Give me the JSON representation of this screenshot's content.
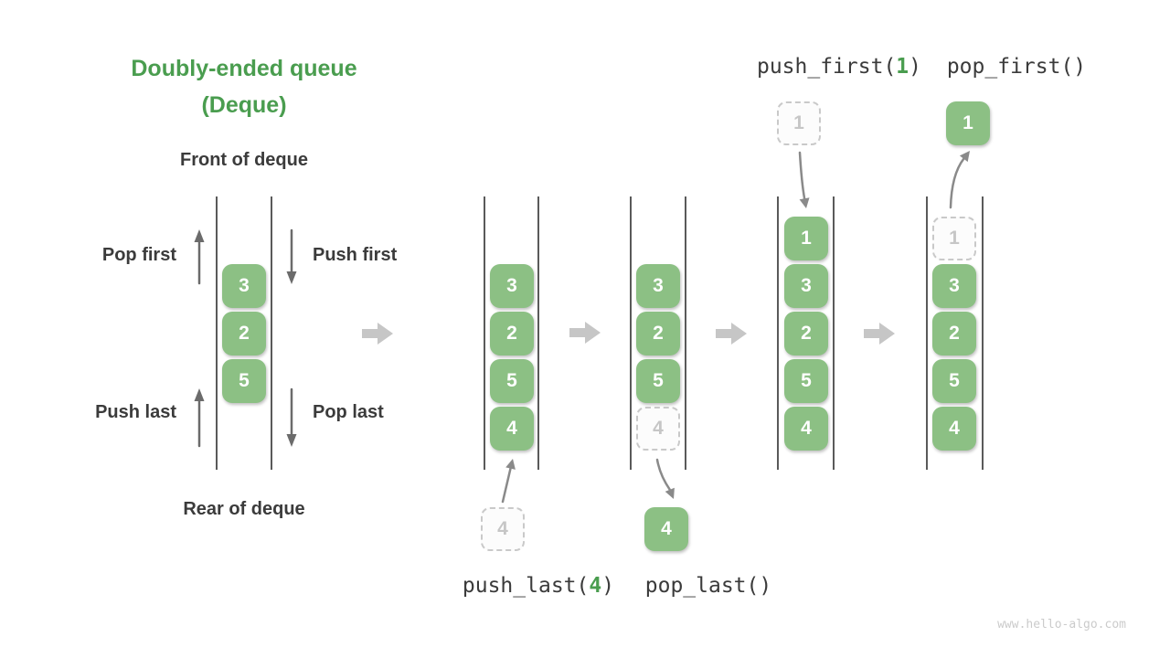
{
  "title": {
    "line1": "Doubly-ended queue",
    "line2": "(Deque)"
  },
  "labels": {
    "front": "Front of deque",
    "rear": "Rear of deque",
    "pop_first": "Pop first",
    "push_first": "Push first",
    "push_last": "Push last",
    "pop_last": "Pop last"
  },
  "operations": {
    "push_first": {
      "pre": "push_first(",
      "arg": "1",
      "post": ")"
    },
    "pop_first": {
      "pre": "pop_first()",
      "arg": "",
      "post": ""
    },
    "push_last": {
      "pre": "push_last(",
      "arg": "4",
      "post": ")"
    },
    "pop_last": {
      "pre": "pop_last()",
      "arg": "",
      "post": ""
    }
  },
  "initial_queue": {
    "cells": [
      "3",
      "2",
      "5"
    ]
  },
  "states": [
    {
      "id": "after_push_last",
      "cells": [
        {
          "value": "3",
          "ghost": false
        },
        {
          "value": "2",
          "ghost": false
        },
        {
          "value": "5",
          "ghost": false
        },
        {
          "value": "4",
          "ghost": false
        }
      ]
    },
    {
      "id": "during_pop_last",
      "cells": [
        {
          "value": "3",
          "ghost": false
        },
        {
          "value": "2",
          "ghost": false
        },
        {
          "value": "5",
          "ghost": false
        },
        {
          "value": "4",
          "ghost": true
        }
      ]
    },
    {
      "id": "after_push_first",
      "cells": [
        {
          "value": "1",
          "ghost": false
        },
        {
          "value": "3",
          "ghost": false
        },
        {
          "value": "2",
          "ghost": false
        },
        {
          "value": "5",
          "ghost": false
        },
        {
          "value": "4",
          "ghost": false
        }
      ]
    },
    {
      "id": "during_pop_first",
      "cells": [
        {
          "value": "1",
          "ghost": true
        },
        {
          "value": "3",
          "ghost": false
        },
        {
          "value": "2",
          "ghost": false
        },
        {
          "value": "5",
          "ghost": false
        },
        {
          "value": "4",
          "ghost": false
        }
      ]
    }
  ],
  "floating_cells": {
    "push_last_incoming": {
      "value": "4",
      "ghost": true
    },
    "pop_last_outgoing": {
      "value": "4",
      "ghost": false
    },
    "push_first_incoming": {
      "value": "1",
      "ghost": true
    },
    "pop_first_outgoing": {
      "value": "1",
      "ghost": false
    }
  },
  "watermark": "www.hello-algo.com",
  "colors": {
    "background": "#FFFFFF",
    "brand_green": "#4A9D4F",
    "cell_green": "#8CC084",
    "cell_text": "#FFFFFF",
    "ghost_border": "#C9C9C9",
    "ghost_text": "#C6C6C6",
    "ghost_bg": "#FCFCFC",
    "dark_text": "#3B3B3B",
    "wall": "#5A5A5A",
    "small_arrow": "#6B6B6B",
    "transfer_arrow": "#8A8A8A",
    "block_arrow": "#C6C6C6",
    "watermark": "#CBCBCB"
  }
}
